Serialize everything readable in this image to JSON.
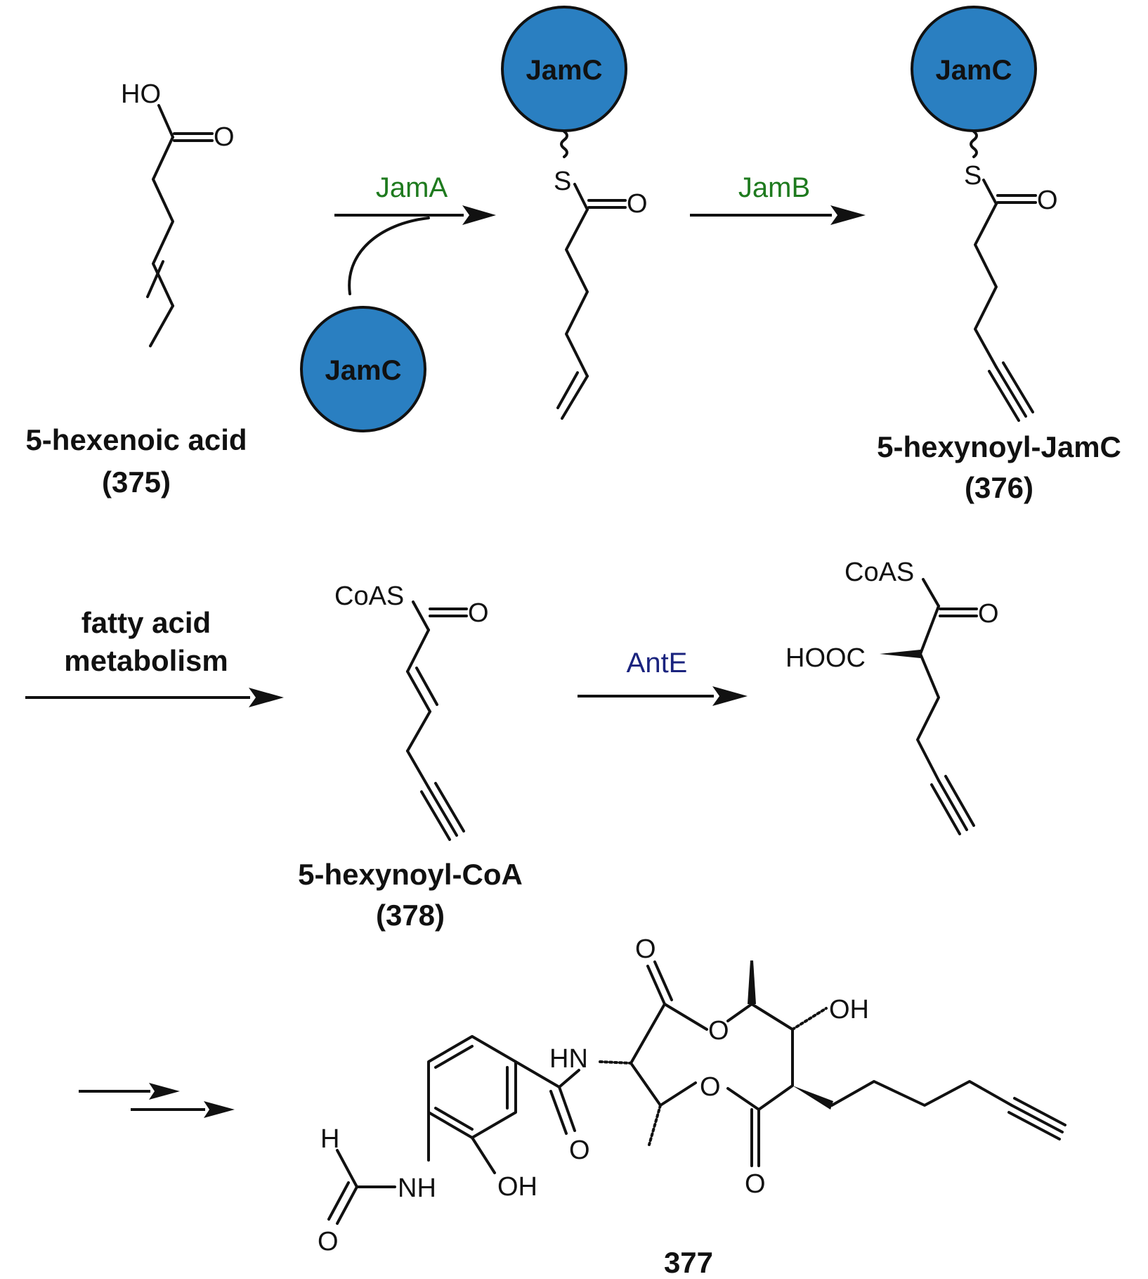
{
  "compounds": {
    "c375": {
      "name": "5-hexenoic acid",
      "id": "(375)",
      "ho": "HO",
      "o": "O"
    },
    "c_int1": {
      "s": "S",
      "o": "O",
      "carrier": "JamC"
    },
    "c376": {
      "name": "5-hexynoyl-JamC",
      "id": "(376)",
      "s": "S",
      "o": "O",
      "carrier": "JamC"
    },
    "c378": {
      "name": "5-hexynoyl-CoA",
      "id": "(378)",
      "coas": "CoAS",
      "o": "O"
    },
    "c_malonyl": {
      "coas": "CoAS",
      "hooc": "HOOC",
      "o": "O"
    },
    "c377": {
      "name": "377",
      "o1": "O",
      "o2": "O",
      "o3": "O",
      "o4": "O",
      "o5": "O",
      "oh1": "OH",
      "oh2": "OH",
      "hn": "HN",
      "nh": "NH",
      "h": "H",
      "o6": "O"
    }
  },
  "reactions": {
    "r1": {
      "enzyme": "JamA",
      "cofactor": "JamC"
    },
    "r2": {
      "enzyme": "JamB"
    },
    "r3": {
      "line1": "fatty acid",
      "line2": "metabolism"
    },
    "r4": {
      "enzyme": "AntE"
    }
  },
  "colors": {
    "carrier_fill": "#2a7fc1",
    "enzyme_green": "#1e7a1e",
    "enzyme_blue": "#1a237e"
  }
}
